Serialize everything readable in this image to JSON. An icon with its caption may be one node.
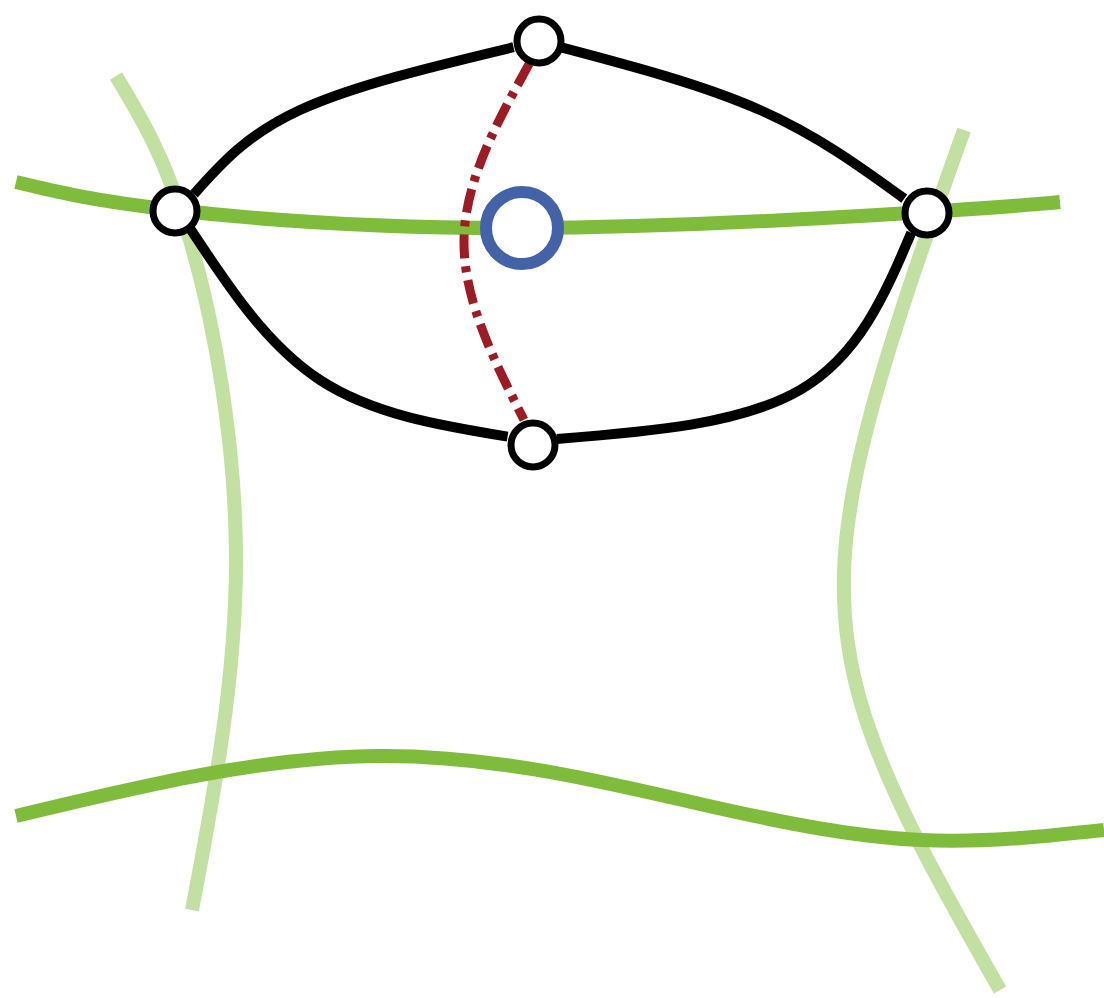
{
  "diagram": {
    "nodes": [
      {
        "text": [],
        "shape": "circle"
      },
      {
        "text": [],
        "shape": "circle"
      },
      {
        "text": [],
        "shape": "circle"
      },
      {
        "text": [],
        "shape": "circle"
      },
      {
        "text": [],
        "shape": "circle"
      }
    ],
    "edges": [
      {
        "from": 0,
        "to": 1,
        "arrow": "none"
      },
      {
        "from": 1,
        "to": 4,
        "arrow": "none",
        "style": "dashed",
        "color": "#9b1c24"
      },
      {
        "from": 1,
        "to": 2,
        "arrow": "none"
      },
      {
        "from": 0,
        "to": 4,
        "arrow": "none"
      },
      {
        "from": 4,
        "to": 2,
        "arrow": "none"
      }
    ]
  }
}
